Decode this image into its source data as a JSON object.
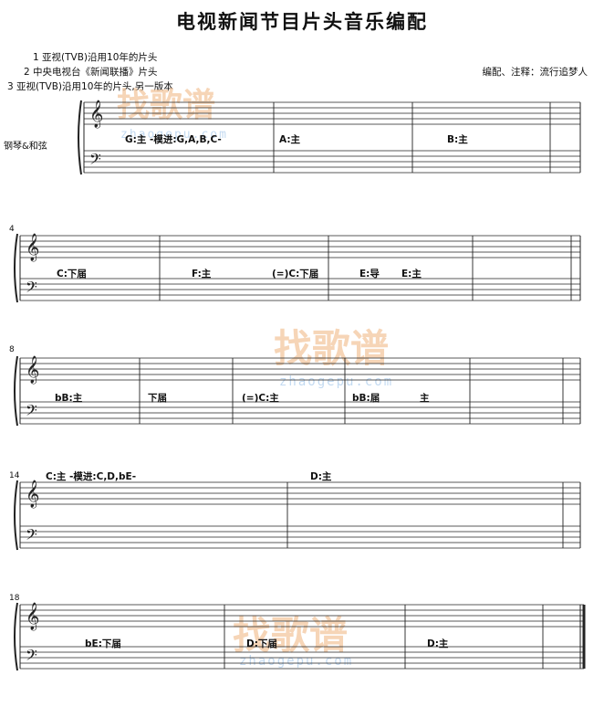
{
  "title": "电视新闻节目片头音乐编配",
  "sources": [
    "1 亚视(TVB)沿用10年的片头",
    "2 中央电视台《新闻联播》片头",
    "3 亚视(TVB)沿用10年的片头,另一版本"
  ],
  "credit": "编配、注释：流行追梦人",
  "instrument": "钢琴&和弦",
  "watermark": {
    "brand": "找歌谱",
    "site": "zhaogepu.com"
  },
  "systems": [
    {
      "measure_number": "",
      "chords": [
        "G:主 -模进:G,A,B,C-",
        "A:主",
        "B:主"
      ]
    },
    {
      "measure_number": "4",
      "chords": [
        "C:下届",
        "F:主",
        "(=)C:下届",
        "E:导",
        "E:主"
      ]
    },
    {
      "measure_number": "8",
      "chords": [
        "bB:主",
        "下届",
        "(=)C:主",
        "bB:届",
        "主"
      ]
    },
    {
      "measure_number": "14",
      "chords": [
        "C:主 -模进:C,D,bE-",
        "D:主"
      ]
    },
    {
      "measure_number": "18",
      "chords": [
        "bE:下届",
        "D:下届",
        "D:主"
      ]
    }
  ]
}
